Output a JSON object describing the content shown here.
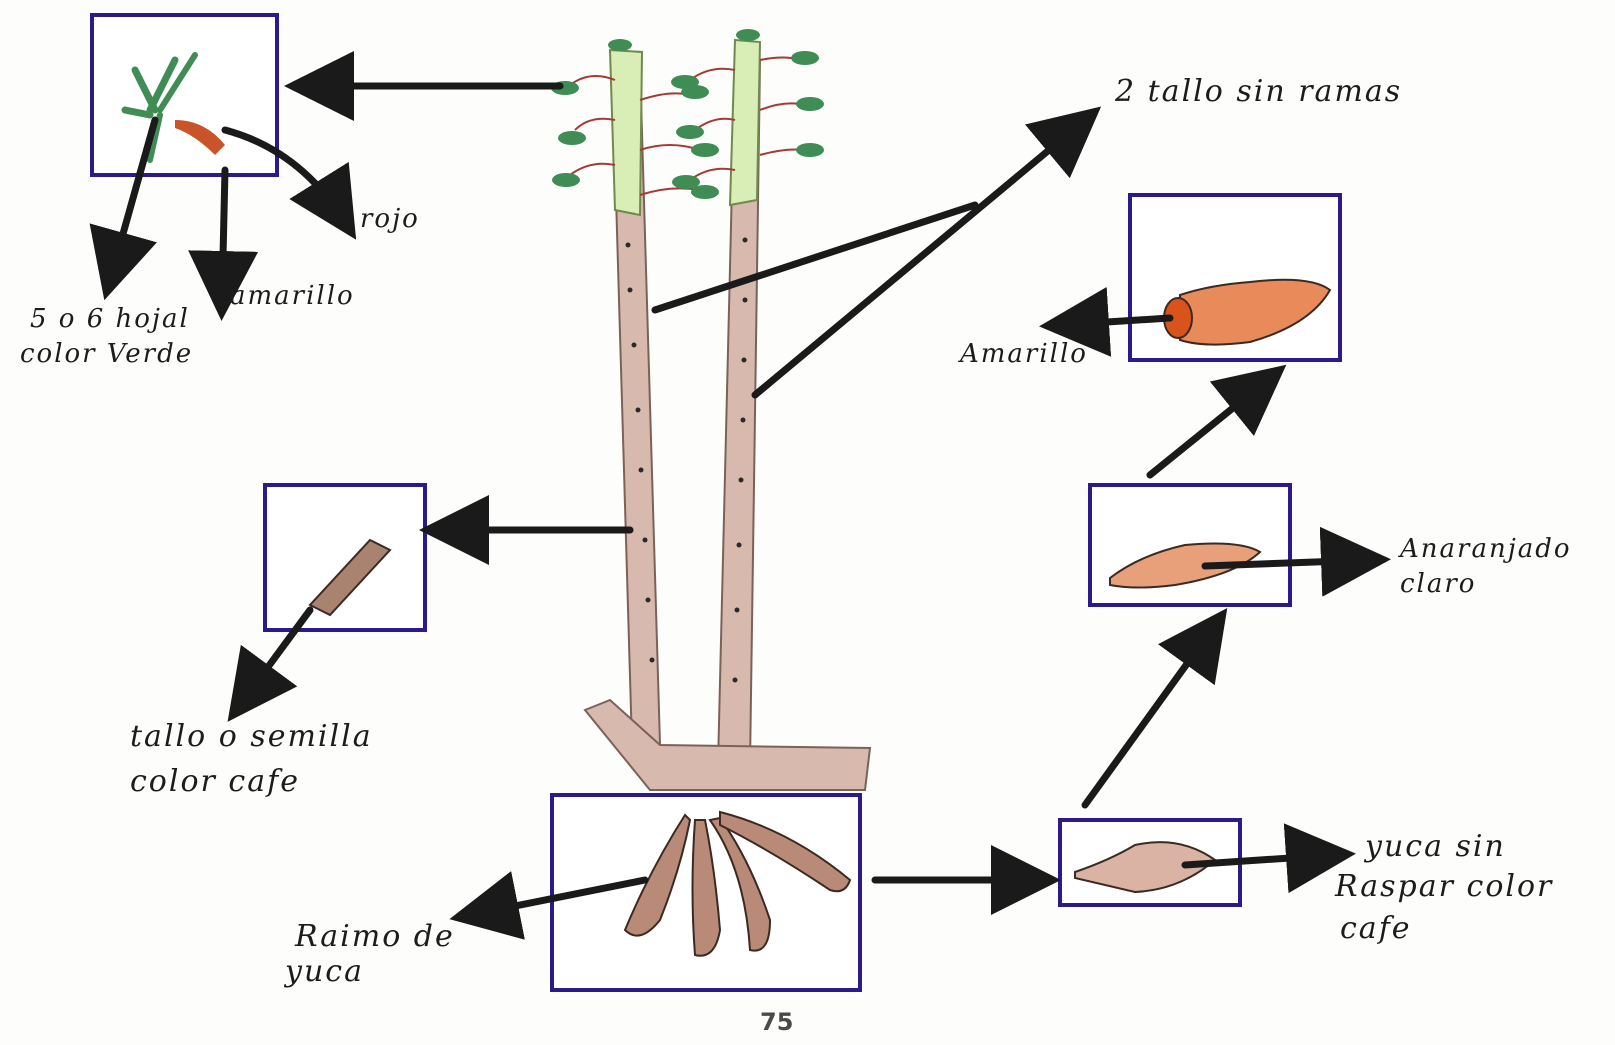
{
  "labels": {
    "stem_count": "2 tallo sin ramas",
    "leaf_count": "5 o 6 hojal",
    "leaf_color": "color Verde",
    "petiole_yellow": "amarillo",
    "petiole_red": "rojo",
    "stake_1": "tallo o semilla",
    "stake_2": "color cafe",
    "bunch_1": "Raimo de",
    "bunch_2": "yuca",
    "root_inside": "Amarillo",
    "peeled_1": "Anaranjado",
    "peeled_2": "claro",
    "unpeeled_1": "yuca sin",
    "unpeeled_2": "Raspar color",
    "unpeeled_3": "cafe"
  },
  "page_number": "75",
  "colors": {
    "ink": "#1a1a1a",
    "frame": "#2a1a8a",
    "stem": "#d6b7ad",
    "leaf": "#3f8c55",
    "root": "#b98a78",
    "orange_flesh": "#e88a5a",
    "red_petiole": "#b0362c"
  },
  "icons": [
    "leaf-icon",
    "stake-icon",
    "root-bunch-icon",
    "root-icon",
    "peeled-root-icon",
    "cut-root-icon"
  ]
}
